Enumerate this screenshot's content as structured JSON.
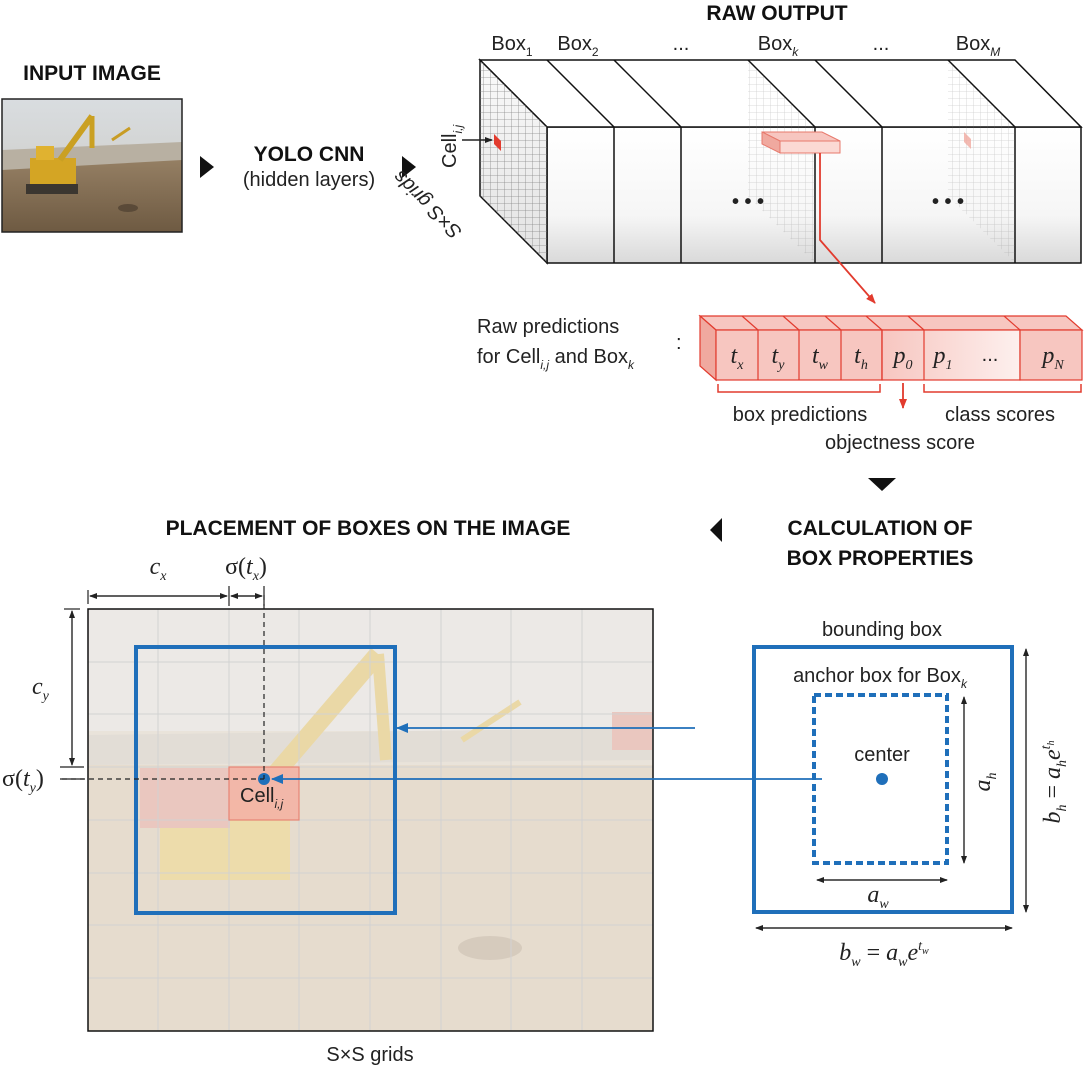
{
  "headings": {
    "input_image": "INPUT IMAGE",
    "yolo_cnn": "YOLO CNN",
    "hidden_layers": "(hidden layers)",
    "raw_output": "RAW OUTPUT",
    "placement_title": "PLACEMENT OF BOXES ON THE IMAGE",
    "calc_line1": "CALCULATION OF",
    "calc_line2": "BOX PROPERTIES"
  },
  "raw_output": {
    "box_labels": [
      {
        "base": "Box",
        "sub": "1"
      },
      {
        "base": "Box",
        "sub": "2"
      },
      {
        "base": "...",
        "sub": ""
      },
      {
        "base": "Box",
        "sub": "k"
      },
      {
        "base": "...",
        "sub": ""
      },
      {
        "base": "Box",
        "sub": "M"
      }
    ],
    "cell_label": {
      "base": "Cell",
      "sub": "i,j"
    },
    "grid_label": "S×S grids",
    "ellipsis": "• • •"
  },
  "predictions": {
    "label_line1": "Raw predictions",
    "label_line2_a": "for Cell",
    "label_line2_sub": "i,j",
    "label_line2_b": " and Box",
    "label_line2_sub2": "k",
    "colon": ":",
    "cells": [
      {
        "base": "t",
        "sub": "x"
      },
      {
        "base": "t",
        "sub": "y"
      },
      {
        "base": "t",
        "sub": "w"
      },
      {
        "base": "t",
        "sub": "h"
      },
      {
        "base": "p",
        "sub": "0"
      },
      {
        "base": "p",
        "sub": "1"
      },
      {
        "base": "...",
        "sub": ""
      },
      {
        "base": "p",
        "sub": "N"
      }
    ],
    "box_predictions": "box predictions",
    "objectness_score": "objectness score",
    "class_scores": "class scores"
  },
  "calc": {
    "bounding_box": "bounding box",
    "anchor_box": "anchor box for Box",
    "anchor_sub": "k",
    "center": "center",
    "a_w": {
      "base": "a",
      "sub": "w"
    },
    "a_h": {
      "base": "a",
      "sub": "h"
    },
    "b_w": {
      "lhs": "b",
      "lhs_sub": "w",
      "eq": " = ",
      "a": "a",
      "a_sub": "w",
      "e": "e",
      "exp": "t",
      "exp_sub": "w"
    },
    "b_h": {
      "lhs": "b",
      "lhs_sub": "h",
      "eq": " = ",
      "a": "a",
      "a_sub": "h",
      "e": "e",
      "exp": "t",
      "exp_sub": "h"
    }
  },
  "placement": {
    "c_x": {
      "base": "c",
      "sub": "x"
    },
    "c_y": {
      "base": "c",
      "sub": "y"
    },
    "sigma_tx": {
      "sigma": "σ(",
      "t": "t",
      "sub": "x",
      "close": ")"
    },
    "sigma_ty": {
      "sigma": "σ(",
      "t": "t",
      "sub": "y",
      "close": ")"
    },
    "cell_label": {
      "base": "Cell",
      "sub": "i,j"
    },
    "grid_label": "S×S grids"
  },
  "colors": {
    "blue": "#1f6fba",
    "red": "#e23b2e",
    "red_fill": "#f7c6c0",
    "photo_bg": "#e9e3da"
  }
}
